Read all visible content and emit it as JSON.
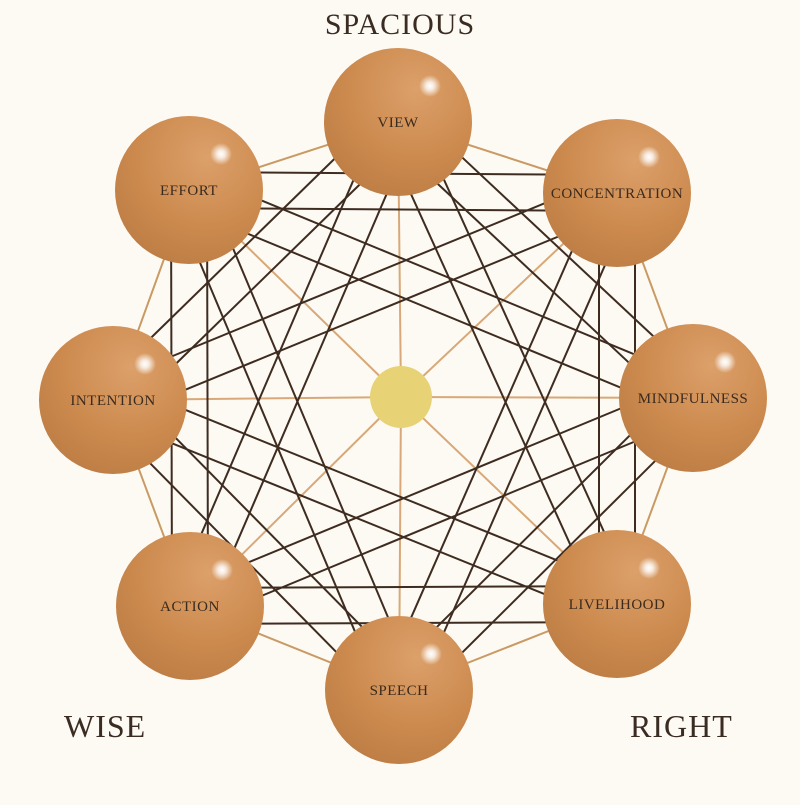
{
  "labels": {
    "top": "SPACIOUS",
    "bottom_left": "WISE",
    "bottom_right": "RIGHT"
  },
  "nodes": [
    {
      "id": "view",
      "label": "VIEW"
    },
    {
      "id": "concentration",
      "label": "CONCENTRATION"
    },
    {
      "id": "mindfulness",
      "label": "MINDFULNESS"
    },
    {
      "id": "livelihood",
      "label": "LIVELIHOOD"
    },
    {
      "id": "speech",
      "label": "SPEECH"
    },
    {
      "id": "action",
      "label": "ACTION"
    },
    {
      "id": "intention",
      "label": "INTENTION"
    },
    {
      "id": "effort",
      "label": "EFFORT"
    }
  ],
  "colors": {
    "background": "#fdfaf4",
    "node_fill": "#cd8b4f",
    "center_fill": "#e8d276",
    "ring_line": "#c99a64",
    "spoke_line": "#d8a878",
    "chord_line": "#3e2c20",
    "text": "#3b2a1e"
  }
}
